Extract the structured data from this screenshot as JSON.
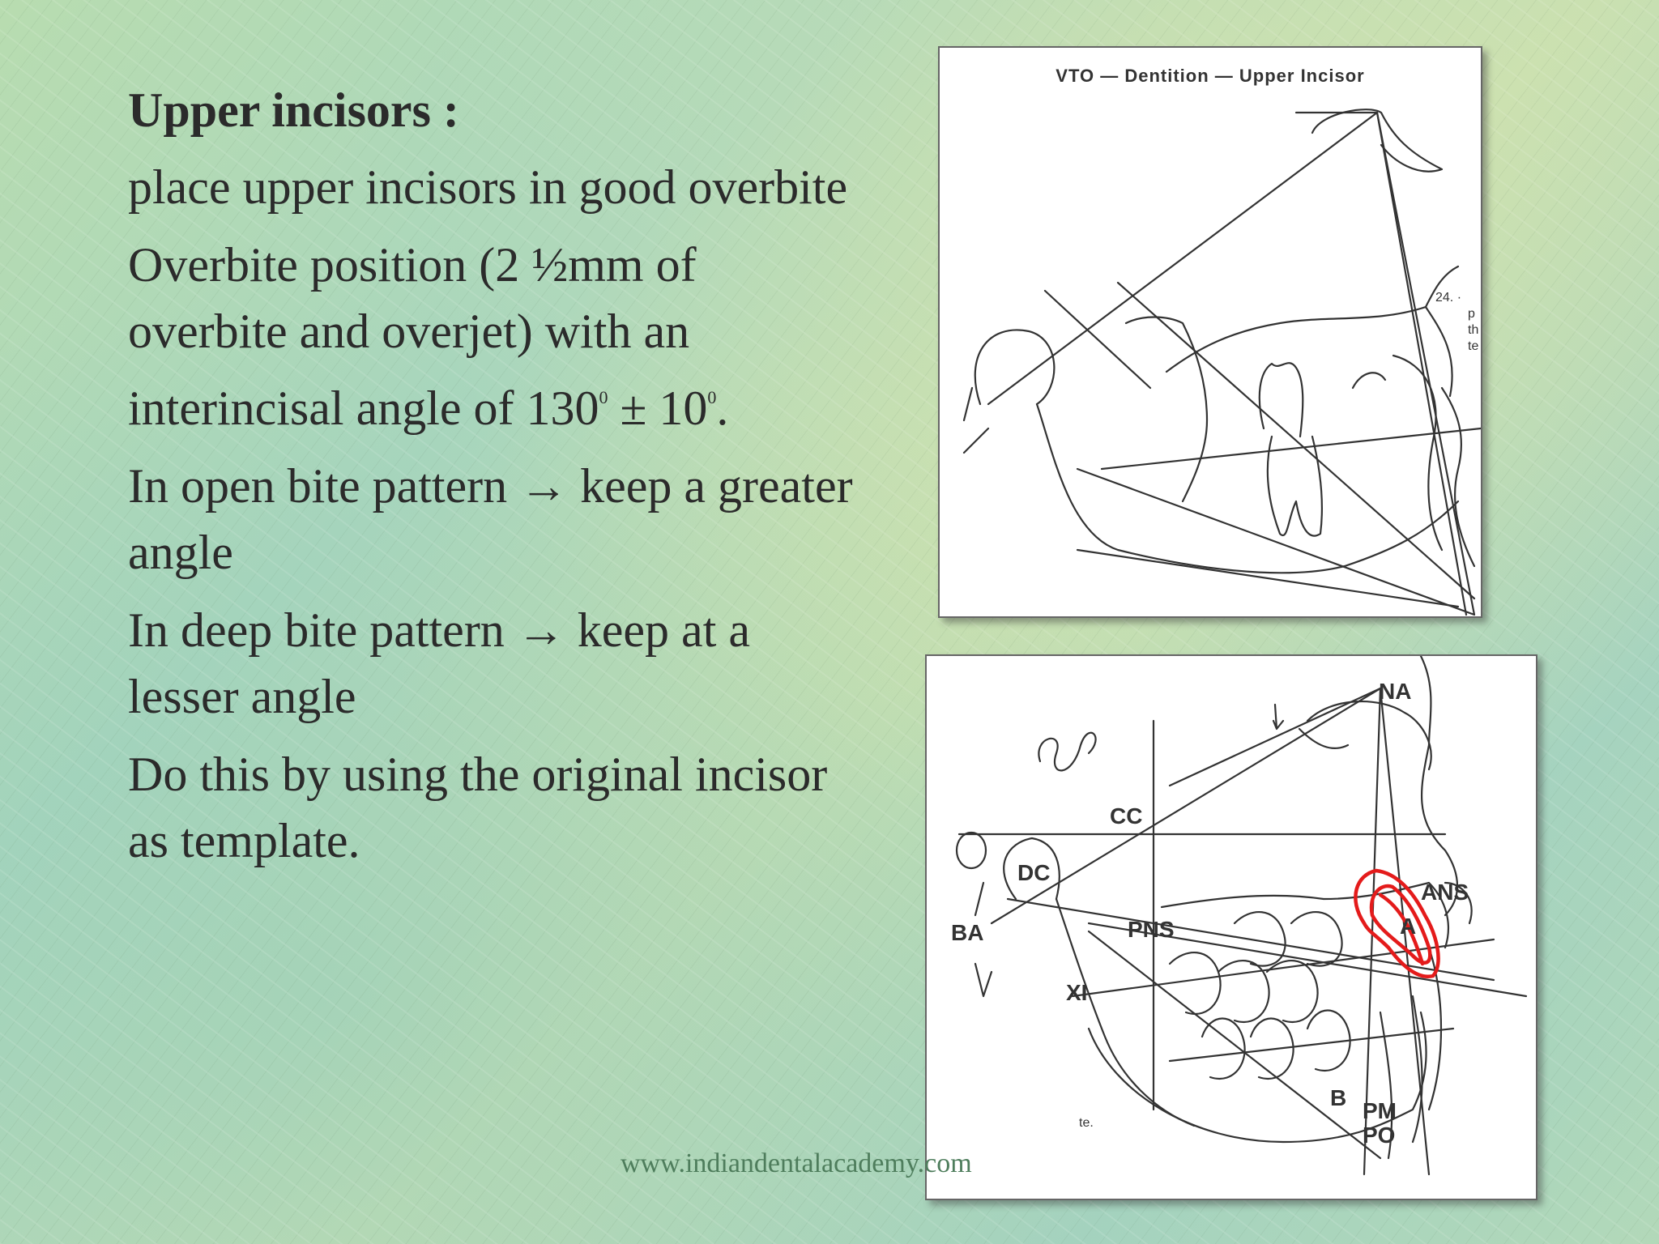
{
  "slide": {
    "title": "Upper incisors :",
    "paragraphs": [
      "place upper incisors in good overbite",
      "Overbite position (2 ½mm of overbite and overjet) with an interincisal angle of 130",
      "In open bite pattern → keep a greater angle",
      "In deep bite pattern → keep at a lesser angle",
      "Do this by using the original incisor as template."
    ],
    "angle_parts": {
      "deg_mark_1": "0",
      "plus_minus": " ± 10",
      "deg_mark_2": "0",
      "end": "."
    }
  },
  "figure_top": {
    "title": "VTO — Dentition — Upper Incisor",
    "margin_text": [
      "24. ·",
      "p",
      "th",
      "te"
    ]
  },
  "figure_bottom": {
    "labels": {
      "na": "NA",
      "cc": "CC",
      "dc": "DC",
      "ans": "ANS",
      "a": "A",
      "ba": "BA",
      "pns": "PNS",
      "xi": "XI",
      "b": "B",
      "pm": "PM",
      "po": "PO",
      "te": "te."
    },
    "highlight_color": "#e41b1b"
  },
  "footer": {
    "url": "www.indiandentalacademy.com"
  }
}
